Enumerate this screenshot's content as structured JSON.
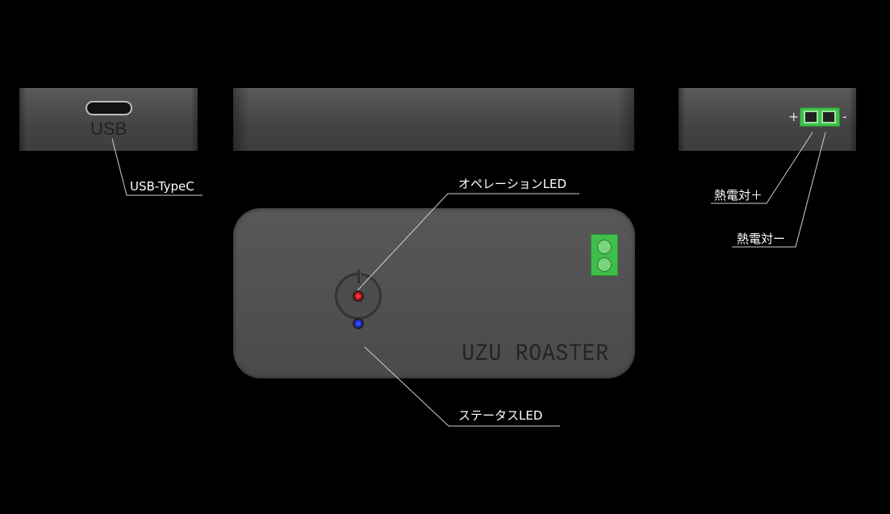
{
  "usb_side": {
    "port_label": "USB"
  },
  "thermocouple_side": {
    "plus_sign": "+",
    "minus_sign": "-"
  },
  "top_view": {
    "brand": "UZU ROASTER"
  },
  "callouts": {
    "usb": "USB-TypeC",
    "operation_led": "オペレーションLED",
    "status_led": "ステータスLED",
    "thermocouple_plus": "熱電対＋",
    "thermocouple_minus": "熱電対ー"
  },
  "colors": {
    "background": "#000000",
    "case": "#4a4a4a",
    "terminal_green": "#3fbf4a",
    "operation_led": "#ff3030",
    "status_led": "#2030ff"
  }
}
